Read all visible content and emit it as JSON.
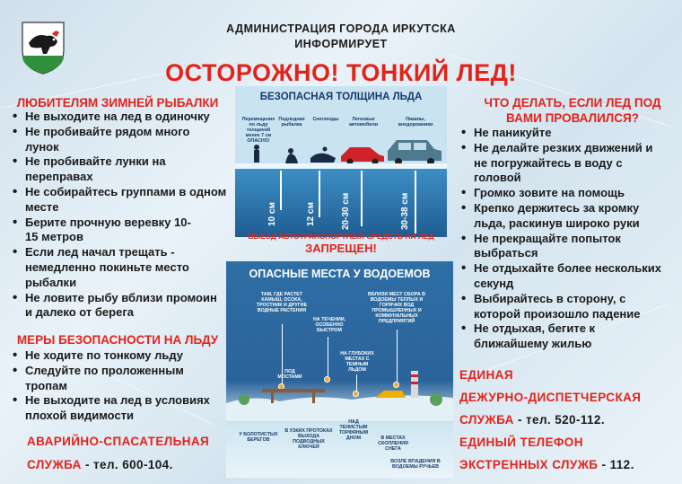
{
  "header": {
    "line1": "АДМИНИСТРАЦИЯ ГОРОДА ИРКУТСКА",
    "line2": "ИНФОРМИРУЕТ",
    "title": "ОСТОРОЖНО! ТОНКИЙ ЛЕД!"
  },
  "left": {
    "fishing_title": "ЛЮБИТЕЛЯМ ЗИМНЕЙ РЫБАЛКИ",
    "fishing_items": [
      "Не выходите на лед в одиночку",
      "Не пробивайте рядом много лунок",
      "Не пробивайте лунки на переправах",
      "Не собирайтесь группами в одном месте",
      "Берите прочную веревку 10-15 метров",
      "Если лед начал трещать - немедленно покиньте место рыбалки",
      "Не ловите рыбу вблизи промоин и далеко от берега"
    ],
    "safety_title": "МЕРЫ БЕЗОПАСНОСТИ НА ЛЬДУ",
    "safety_items": [
      "Не ходите по тонкому льду",
      "Следуйте по проложенным тропам",
      "Не выходите на лед в условиях плохой видимости"
    ],
    "service_line1": "АВАРИЙНО-СПАСАТЕЛЬНАЯ",
    "service_line2_label": "СЛУЖБА",
    "service_line2_phone": " - тел. 600-104."
  },
  "right": {
    "title": "ЧТО ДЕЛАТЬ, ЕСЛИ ЛЕД ПОД ВАМИ ПРОВАЛИЛСЯ?",
    "items": [
      "Не паникуйте",
      "Не делайте резких движений и не погружайтесь в воду с головой",
      "Громко зовите на помощь",
      "Крепко держитесь за кромку льда, раскинув широко руки",
      "Не прекращайте попыток выбраться",
      "Не отдыхайте более нескольких секунд",
      "Выбирайтесь в сторону, с которой произошло падение",
      "Не отдыхая, бегите к ближайшему жилью"
    ],
    "service1_line1": "ЕДИНАЯ",
    "service1_line2": "ДЕЖУРНО-ДИСПЕТЧЕРСКАЯ",
    "service1_line3_label": "СЛУЖБА",
    "service1_line3_phone": " - тел. 520-112.",
    "service2_line1": "ЕДИНЫЙ ТЕЛЕФОН",
    "service2_line2_label": "ЭКСТРЕННЫХ СЛУЖБ",
    "service2_line2_phone": " - 112."
  },
  "ice_thickness": {
    "title": "БЕЗОПАСНАЯ ТОЛЩИНА ЛЬДА",
    "columns": [
      "Перемещение по льду толщиной менее 7 см ОПАСНО!",
      "Подледная рыбалка",
      "Снегоходы",
      "Легковые автомобили",
      "Пикапы, внедорожники"
    ],
    "depths": [
      "10 см",
      "12 см",
      "20-30 см",
      "30-38 см"
    ],
    "warning_line1": "ВЫЕЗД АВТОТРАНСПОРТНЫХ СРЕДСТВ НА ЛЕД",
    "warning_line2": "ЗАПРЕЩЕН!"
  },
  "hazards": {
    "title": "ОПАСНЫЕ МЕСТА У ВОДОЕМОВ",
    "labels": [
      "ТАМ, ГДЕ РАСТЕТ КАМЫШ, ОСОКА, ТРОСТНИК И ДРУГИЕ ВОДНЫЕ РАСТЕНИЯ",
      "НА ТЕЧЕНИИ, ОСОБЕННО БЫСТРОМ",
      "ВБЛИЗИ МЕСТ СБОРА В ВОДОЕМЫ ТЕПЛЫХ И ГОРЯЧИХ ВОД ПРОМЫШЛЕННЫХ И КОММУНАЛЬНЫХ ПРЕДПРИЯТИЙ",
      "ПОД МОСТАМИ",
      "НА ГЛУБОКИХ МЕСТАХ С ТЕМНЫМ ЛЬДОМ",
      "У БОЛОТИСТЫХ БЕРЕГОВ",
      "В УЗКИХ ПРОТОКАХ ВЫХОДА ПОДВОДНЫХ КЛЮЧЕЙ",
      "НАД ТЕНИСТЫМ ТОРФЯНЫМ ДНОМ",
      "В МЕСТАХ СКОПЛЕНИЯ СНЕГА",
      "ВОЗЛЕ ВПАДЕНИЯ В ВОДОЕМЫ РУЧЬЕВ"
    ]
  },
  "colors": {
    "accent_red": "#e2231a",
    "text_dark": "#1a1a1a",
    "infographic_blue": "#2a6399"
  }
}
